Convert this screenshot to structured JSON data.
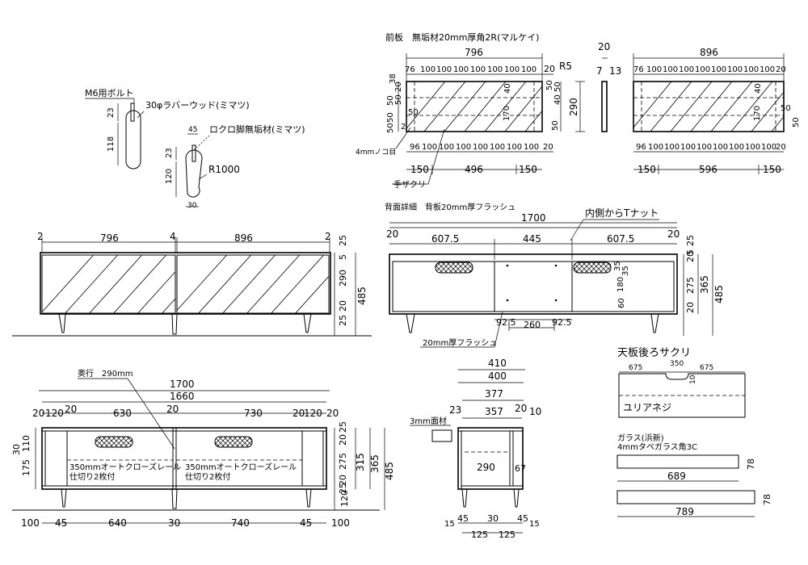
{
  "labels": {
    "front_panel_title": "前板　無垢材20mm厚角2R(マルケイ)",
    "m6_bolt": "M6用ボルト",
    "rubberwood": "30φラバーウッド(ミマツ)",
    "rokuro_leg": "ロクロ脚無垢材(ミマツ)",
    "r1000": "R1000",
    "r5": "R5",
    "saw_groove": "4mmノコ目",
    "hand_grip": "手ザクリ",
    "back_detail": "背面詳細　背板20mm厚フラッシュ",
    "t_nut": "内側からTナット",
    "flush_20": "20mm厚フラッシュ",
    "depth_note": "奥行　290mm",
    "rail_left": "350mmオートクローズレール",
    "partition_left": "仕切り2枚付",
    "rail_right": "350mmオートクローズレール",
    "partition_right": "仕切り2枚付",
    "chamfer_3": "3mm面材",
    "top_back_grip": "天板後ろサクリ",
    "urea_screw": "ユリアネジ",
    "glass_title": "ガラス(浜新)",
    "glass_spec": "4mmタペガラス角3C"
  },
  "dims": {
    "fp_796": "796",
    "fp_20": "20",
    "fp_top_row": [
      "76",
      "100",
      "100",
      "100",
      "100",
      "100",
      "100",
      "100",
      "20"
    ],
    "fp_bot_row": [
      "96",
      "100",
      "100",
      "100",
      "100",
      "100",
      "100",
      "100",
      "20"
    ],
    "fp_150a": "150",
    "fp_496": "496",
    "fp_150b": "150",
    "fp_left_38": "38",
    "fp_left_20": "20",
    "fp_left_50a": "50",
    "fp_left_50b": "50",
    "fp_left_50c": "50",
    "fp_left_50d": "50",
    "fp_2": "2",
    "fp_40": "40",
    "fp_170": "170",
    "fp_50": "50",
    "fp_right_50a": "50",
    "fp_right_50b": "50",
    "fp_right_40": "40",
    "fp_right_50c": "50",
    "fp_290": "290",
    "side_20": "20",
    "side_7": "7",
    "side_13": "13",
    "fp2_896": "896",
    "fp2_top_row": [
      "76",
      "100",
      "100",
      "100",
      "100",
      "100",
      "100",
      "100",
      "100",
      "20"
    ],
    "fp2_bot_row": [
      "96",
      "100",
      "100",
      "100",
      "100",
      "100",
      "100",
      "100",
      "100",
      "20"
    ],
    "fp2_150a": "150",
    "fp2_596": "596",
    "fp2_150b": "150",
    "fp2_40": "40",
    "fp2_170": "170",
    "fp2_50a": "50",
    "fp2_50b": "50",
    "bolt_23": "23",
    "bolt_118": "118",
    "leg_45": "45",
    "leg_23": "23",
    "leg_120": "120",
    "leg_30": "30",
    "fr_2a": "2",
    "fr_796": "796",
    "fr_4": "4",
    "fr_896": "896",
    "fr_2b": "2",
    "fr_25a": "25",
    "fr_5": "5",
    "fr_290": "290",
    "fr_20": "20",
    "fr_25b": "25",
    "fr_485": "485",
    "bk_1700": "1700",
    "bk_20a": "20",
    "bk_6075a": "607.5",
    "bk_445": "445",
    "bk_6075b": "607.5",
    "bk_20b": "20",
    "bk_35": "35",
    "bk_180": "180",
    "bk_35b": "35",
    "bk_60": "60",
    "bk_925a": "92.5",
    "bk_260": "260",
    "bk_925b": "92.5",
    "bk_r20": "20",
    "bk_r5": "5",
    "bk_r275": "275",
    "bk_r20b": "20",
    "bk_r25": "25",
    "bk_r365": "365",
    "bk_r485": "485",
    "pl_1700": "1700",
    "pl_1660": "1660",
    "pl_row": [
      "20",
      "120",
      "20",
      "630",
      "20",
      "730",
      "20",
      "120",
      "20"
    ],
    "pl_bot": [
      "100",
      "45",
      "640",
      "30",
      "740",
      "45",
      "100"
    ],
    "pl_l30": "30",
    "pl_l110": "110",
    "pl_l175": "175",
    "pl_r25": "25",
    "pl_r20": "20",
    "pl_r275": "275",
    "pl_r20b": "20",
    "pl_r25b": "25",
    "pl_r315": "315",
    "pl_r365": "365",
    "pl_r485": "485",
    "pl_r120": "120",
    "sd_410": "410",
    "sd_400": "400",
    "sd_377": "377",
    "sd_23": "23",
    "sd_20": "20",
    "sd_357": "357",
    "sd_10": "10",
    "sd_290": "290",
    "sd_67": "67",
    "sd_bot": [
      "15",
      "45",
      "30",
      "45",
      "15"
    ],
    "sd_125a": "125",
    "sd_125b": "125",
    "tg_675a": "675",
    "tg_350": "350",
    "tg_675b": "675",
    "tg_10": "10",
    "gl_689": "689",
    "gl_78a": "78",
    "gl_789": "789",
    "gl_78b": "78"
  }
}
